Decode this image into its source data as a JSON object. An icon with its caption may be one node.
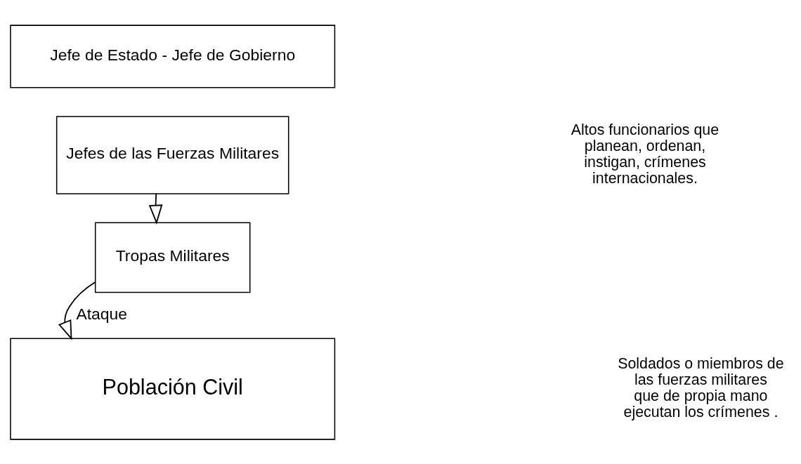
{
  "diagram": {
    "nodes": [
      {
        "text": [
          "Jefe de Estado - Jefe de Gobierno"
        ]
      },
      {
        "text": [
          "Jefes de las Fuerzas Militares"
        ]
      },
      {
        "text": [
          "Tropas Militares"
        ]
      },
      {
        "text": [
          "Población Civil"
        ]
      }
    ],
    "edges": [
      {
        "from": 1,
        "to": 2,
        "arrow": "to"
      },
      {
        "from": 2,
        "to": 3,
        "arrow": "to",
        "label": "Ataque"
      }
    ],
    "labels": [
      "Altos funcionarios que planean, ordenan, instigan, crímenes internacionales.",
      "Soldados o miembros de las fuerzas militares que de propia mano ejecutan los crímenes ."
    ]
  }
}
